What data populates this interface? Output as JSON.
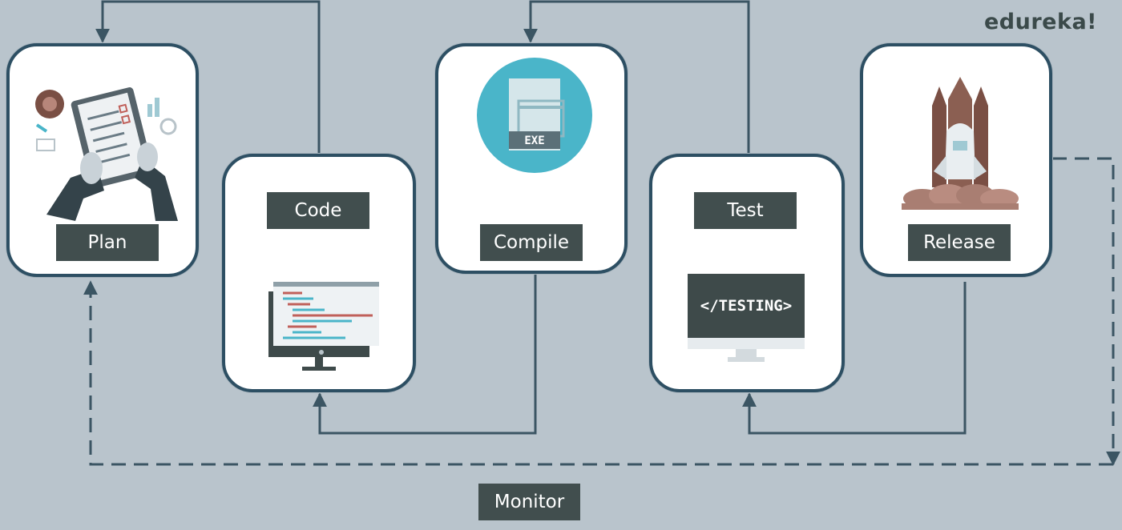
{
  "brand": {
    "logo_text": "edureka!"
  },
  "stages": {
    "plan": {
      "label": "Plan",
      "icon": "clipboard-plan-icon"
    },
    "code": {
      "label": "Code",
      "icon": "code-monitor-icon"
    },
    "compile": {
      "label": "Compile",
      "icon": "exe-file-icon"
    },
    "test": {
      "label": "Test",
      "icon": "testing-monitor-icon",
      "screen_text": "</TESTING>"
    },
    "release": {
      "label": "Release",
      "icon": "rocket-launch-icon"
    }
  },
  "monitor": {
    "label": "Monitor"
  },
  "compile_art": {
    "badge_text": "EXE"
  },
  "colors": {
    "background": "#b9c4cc",
    "card_border": "#2d4f63",
    "label_bg": "#414e4e",
    "connector": "#3b5563",
    "accent_teal": "#4ab5c9",
    "accent_red": "#c0605a"
  }
}
